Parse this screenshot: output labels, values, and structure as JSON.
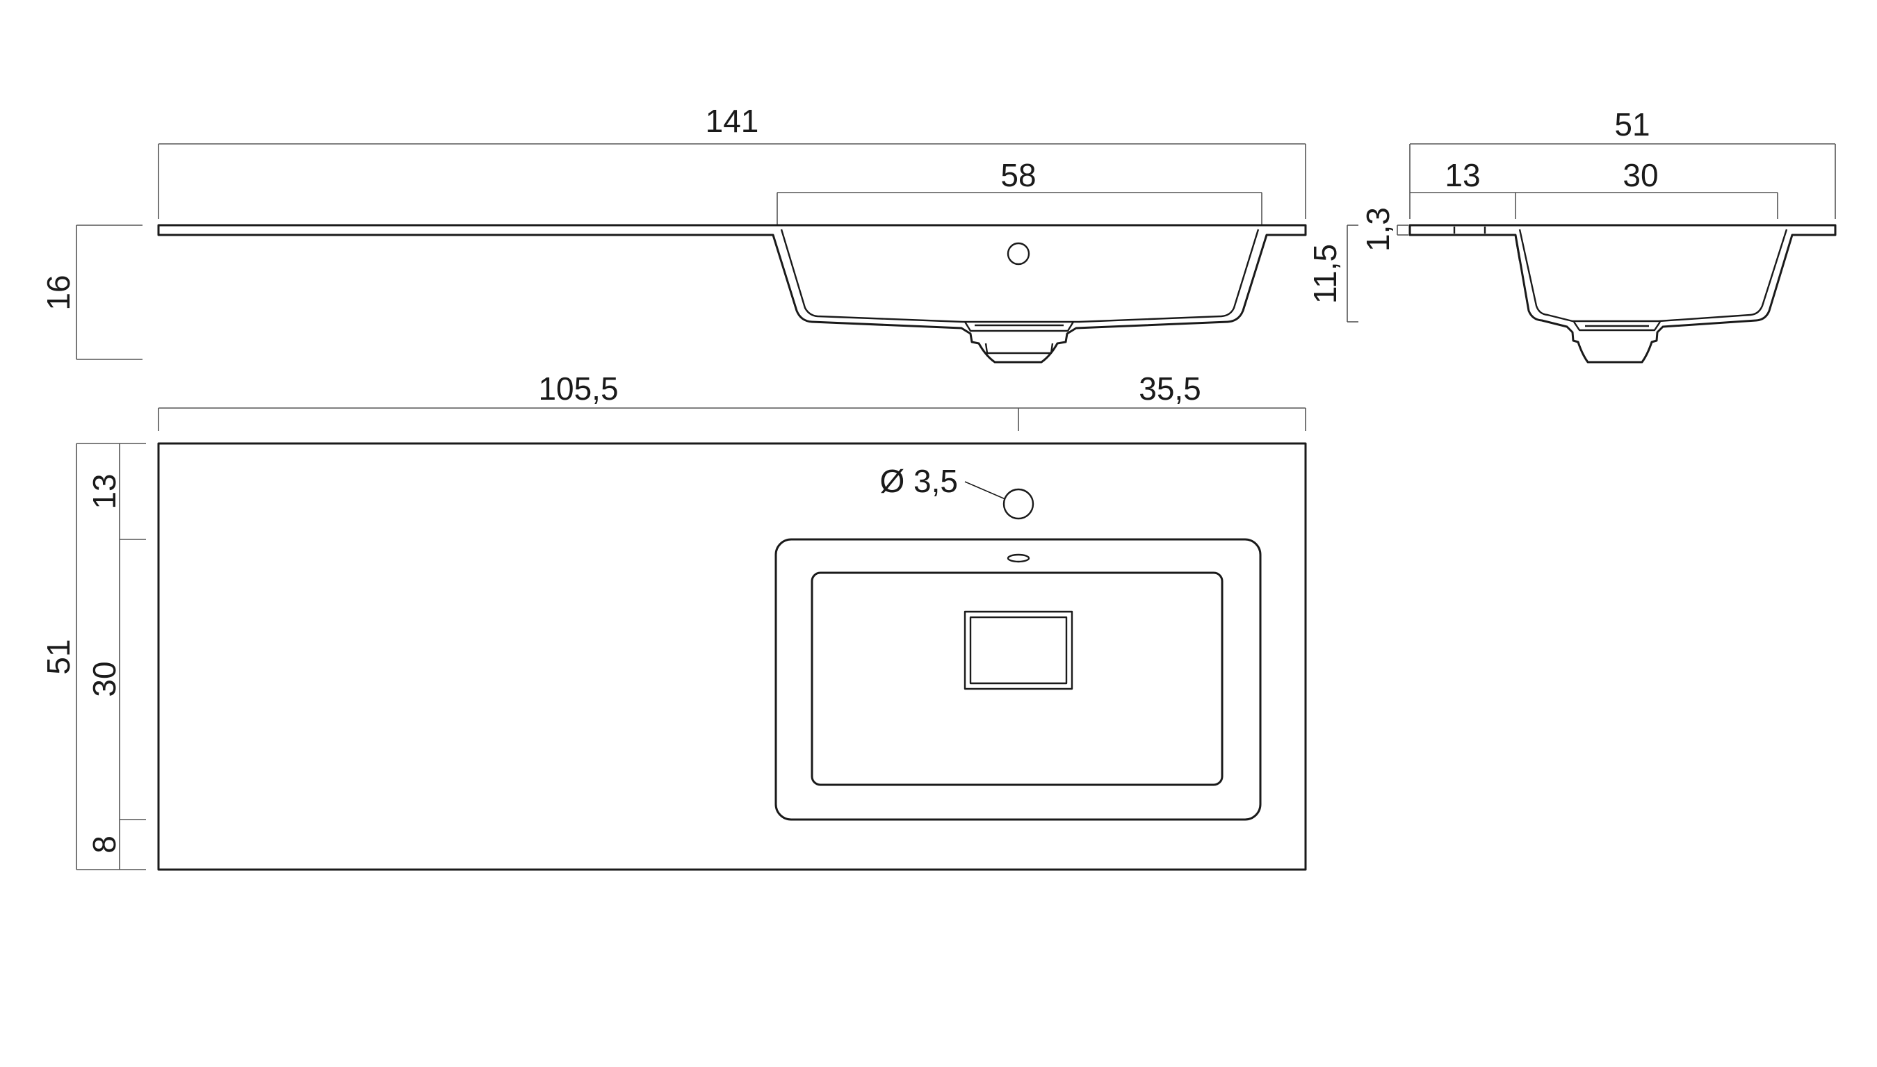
{
  "colors": {
    "line": "#1a1a1a",
    "dimension": "#555555",
    "background": "#ffffff"
  },
  "front_view": {
    "overall_width": "141",
    "basin_width": "58",
    "total_height": "16",
    "overflow_hole_icon": "overflow-hole"
  },
  "side_view": {
    "overall_depth": "51",
    "front_margin": "13",
    "basin_depth": "30",
    "top_thickness": "1,3",
    "basin_height": "11,5"
  },
  "top_view": {
    "left_length": "105,5",
    "right_length": "35,5",
    "overall_depth": "51",
    "back_margin": "13",
    "basin_depth": "30",
    "front_margin": "8",
    "tap_hole_label": "Ø 3,5"
  }
}
